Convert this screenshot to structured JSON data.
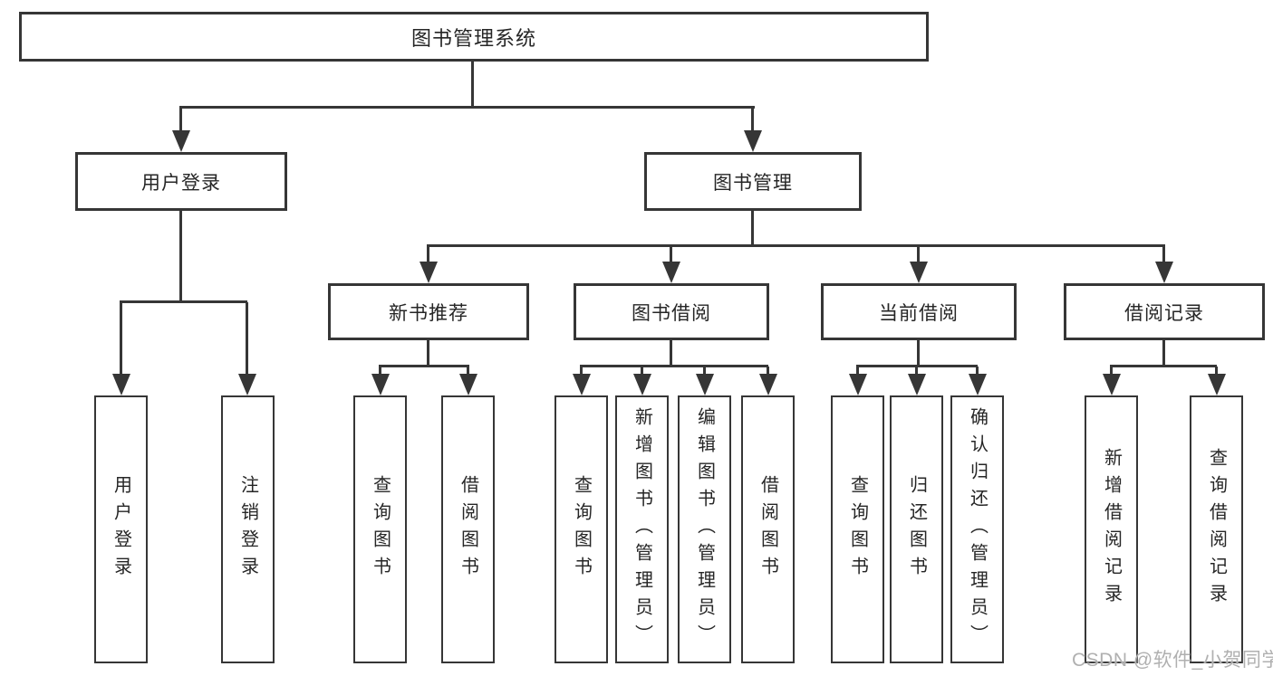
{
  "diagram": {
    "tree": {
      "label": "图书管理系统",
      "children": [
        {
          "label": "用户登录",
          "children": [
            {
              "label": "用户登录"
            },
            {
              "label": "注销登录"
            }
          ]
        },
        {
          "label": "图书管理",
          "children": [
            {
              "label": "新书推荐",
              "children": [
                {
                  "label": "查询图书"
                },
                {
                  "label": "借阅图书"
                }
              ]
            },
            {
              "label": "图书借阅",
              "children": [
                {
                  "label": "查询图书"
                },
                {
                  "label": "新增图书（管理员）"
                },
                {
                  "label": "编辑图书（管理员）"
                },
                {
                  "label": "借阅图书"
                }
              ]
            },
            {
              "label": "当前借阅",
              "children": [
                {
                  "label": "查询图书"
                },
                {
                  "label": "归还图书"
                },
                {
                  "label": "确认归还（管理员）"
                }
              ]
            },
            {
              "label": "借阅记录",
              "children": [
                {
                  "label": "新增借阅记录"
                },
                {
                  "label": "查询借阅记录"
                }
              ]
            }
          ]
        }
      ]
    }
  },
  "watermark": {
    "text": "CSDN @软件_小贺同学"
  },
  "colors": {
    "line": "#363636",
    "text": "#262626",
    "box_background": "#ffffff",
    "watermark": "#b0b0b0"
  }
}
